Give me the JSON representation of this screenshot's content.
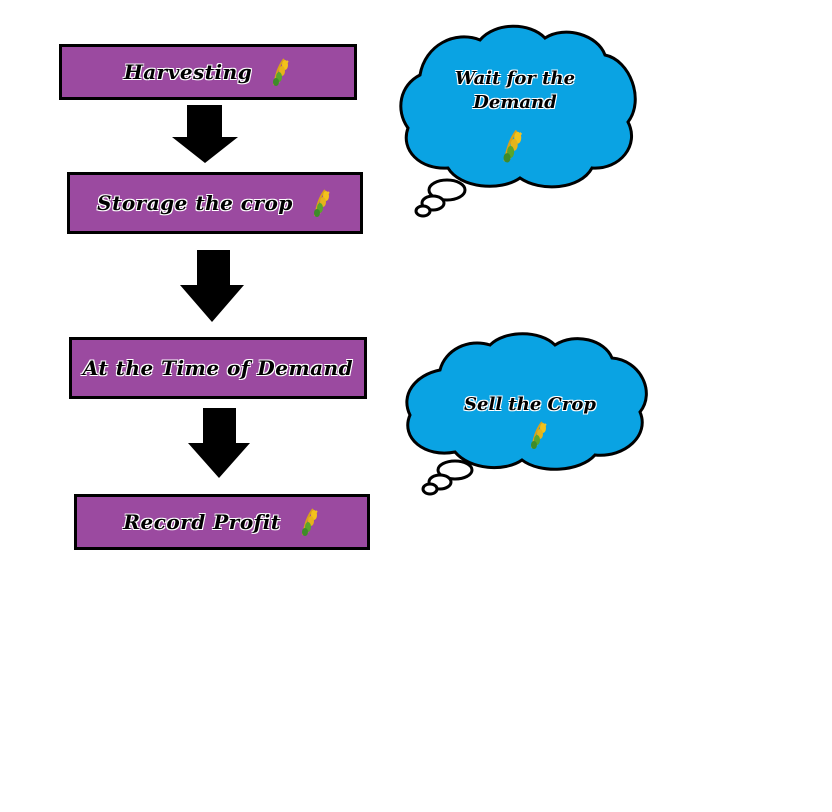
{
  "steps": [
    {
      "label": "Harvesting",
      "icon": "wheat-icon"
    },
    {
      "label": "Storage the crop",
      "icon": "wheat-icon"
    },
    {
      "label": "At the Time of Demand",
      "icon": ""
    },
    {
      "label": "Record  Profit",
      "icon": "wheat-icon"
    }
  ],
  "bubbles": [
    {
      "line1": "Wait  for  the",
      "line2": "Demand",
      "icon": "wheat-icon"
    },
    {
      "line1": "Sell the Crop",
      "icon": "wheat-icon"
    }
  ],
  "colors": {
    "box": "#9b4aa0",
    "cloud": "#0aa3e3",
    "arrow": "#000000"
  }
}
